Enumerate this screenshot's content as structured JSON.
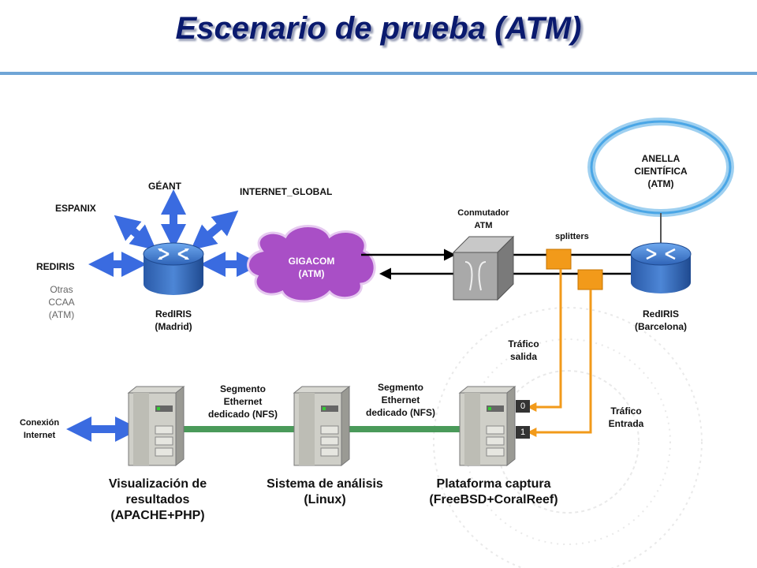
{
  "title": "Escenario de prueba (ATM)",
  "colors": {
    "title": "#0a1a6e",
    "accent_rule": "#6fa5d6",
    "blue_arrow": "#3a6be0",
    "router": "#3f7bd0",
    "orange": "#f29a1a",
    "green": "#4a9a5a",
    "cloud": "#a94fc6"
  },
  "madrid": {
    "router_label": "RedIRIS\n(Madrid)",
    "links": {
      "rediris": "REDIRIS",
      "otras": "Otras\nCCAA\n(ATM)",
      "espanix": "ESPANIX",
      "geant": "GÉANT",
      "internet_global": "INTERNET_GLOBAL"
    }
  },
  "cloud": {
    "label": "GIGACOM\n(ATM)"
  },
  "switch": {
    "label": "Conmutador\nATM"
  },
  "splitters": {
    "label": "splitters"
  },
  "ring": {
    "label": "ANELLA\nCIENTÍFICA\n(ATM)"
  },
  "barcelona": {
    "router_label": "RedIRIS\n(Barcelona)"
  },
  "traffic": {
    "out": "Tráfico\nsalida",
    "in": "Tráfico\nEntrada"
  },
  "ports": [
    "0",
    "1"
  ],
  "internet": {
    "label": "Conexión\nInternet"
  },
  "segments": [
    "Segmento\nEthernet\ndedicado (NFS)",
    "Segmento\nEthernet\ndedicado (NFS)"
  ],
  "servers": [
    {
      "label": "Visualización de\nresultados\n(APACHE+PHP)"
    },
    {
      "label": "Sistema de análisis\n(Linux)"
    },
    {
      "label": "Plataforma captura\n(FreeBSD+CoralReef)"
    }
  ]
}
